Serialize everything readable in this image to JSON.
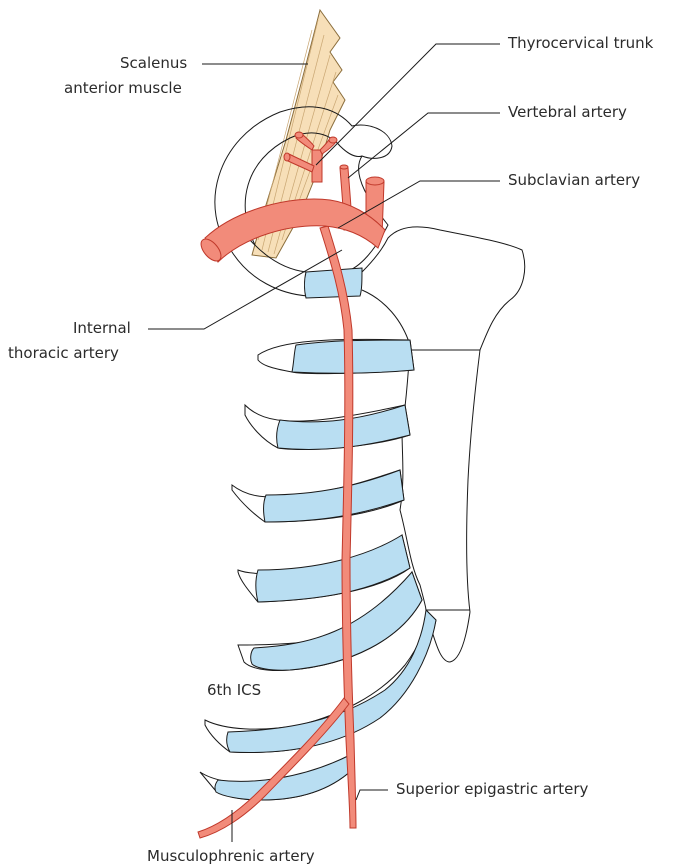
{
  "figure": {
    "labels": {
      "scalenus_line1": "Scalenus",
      "scalenus_line2": "anterior muscle",
      "thyrocervical": "Thyrocervical trunk",
      "vertebral": "Vertebral artery",
      "subclavian": "Subclavian artery",
      "internal_line1": "Internal",
      "internal_line2": "thoracic artery",
      "ics": "6th ICS",
      "superior_epigastric": "Superior epigastric artery",
      "musculophrenic": "Musculophrenic artery"
    },
    "colors": {
      "artery_fill": "#f28b7a",
      "artery_stroke": "#c0392b",
      "cartilage": "#b9def2",
      "muscle": "#f7dfb8",
      "outline": "#1a1a1a",
      "label_text": "#2b2b2b"
    }
  }
}
